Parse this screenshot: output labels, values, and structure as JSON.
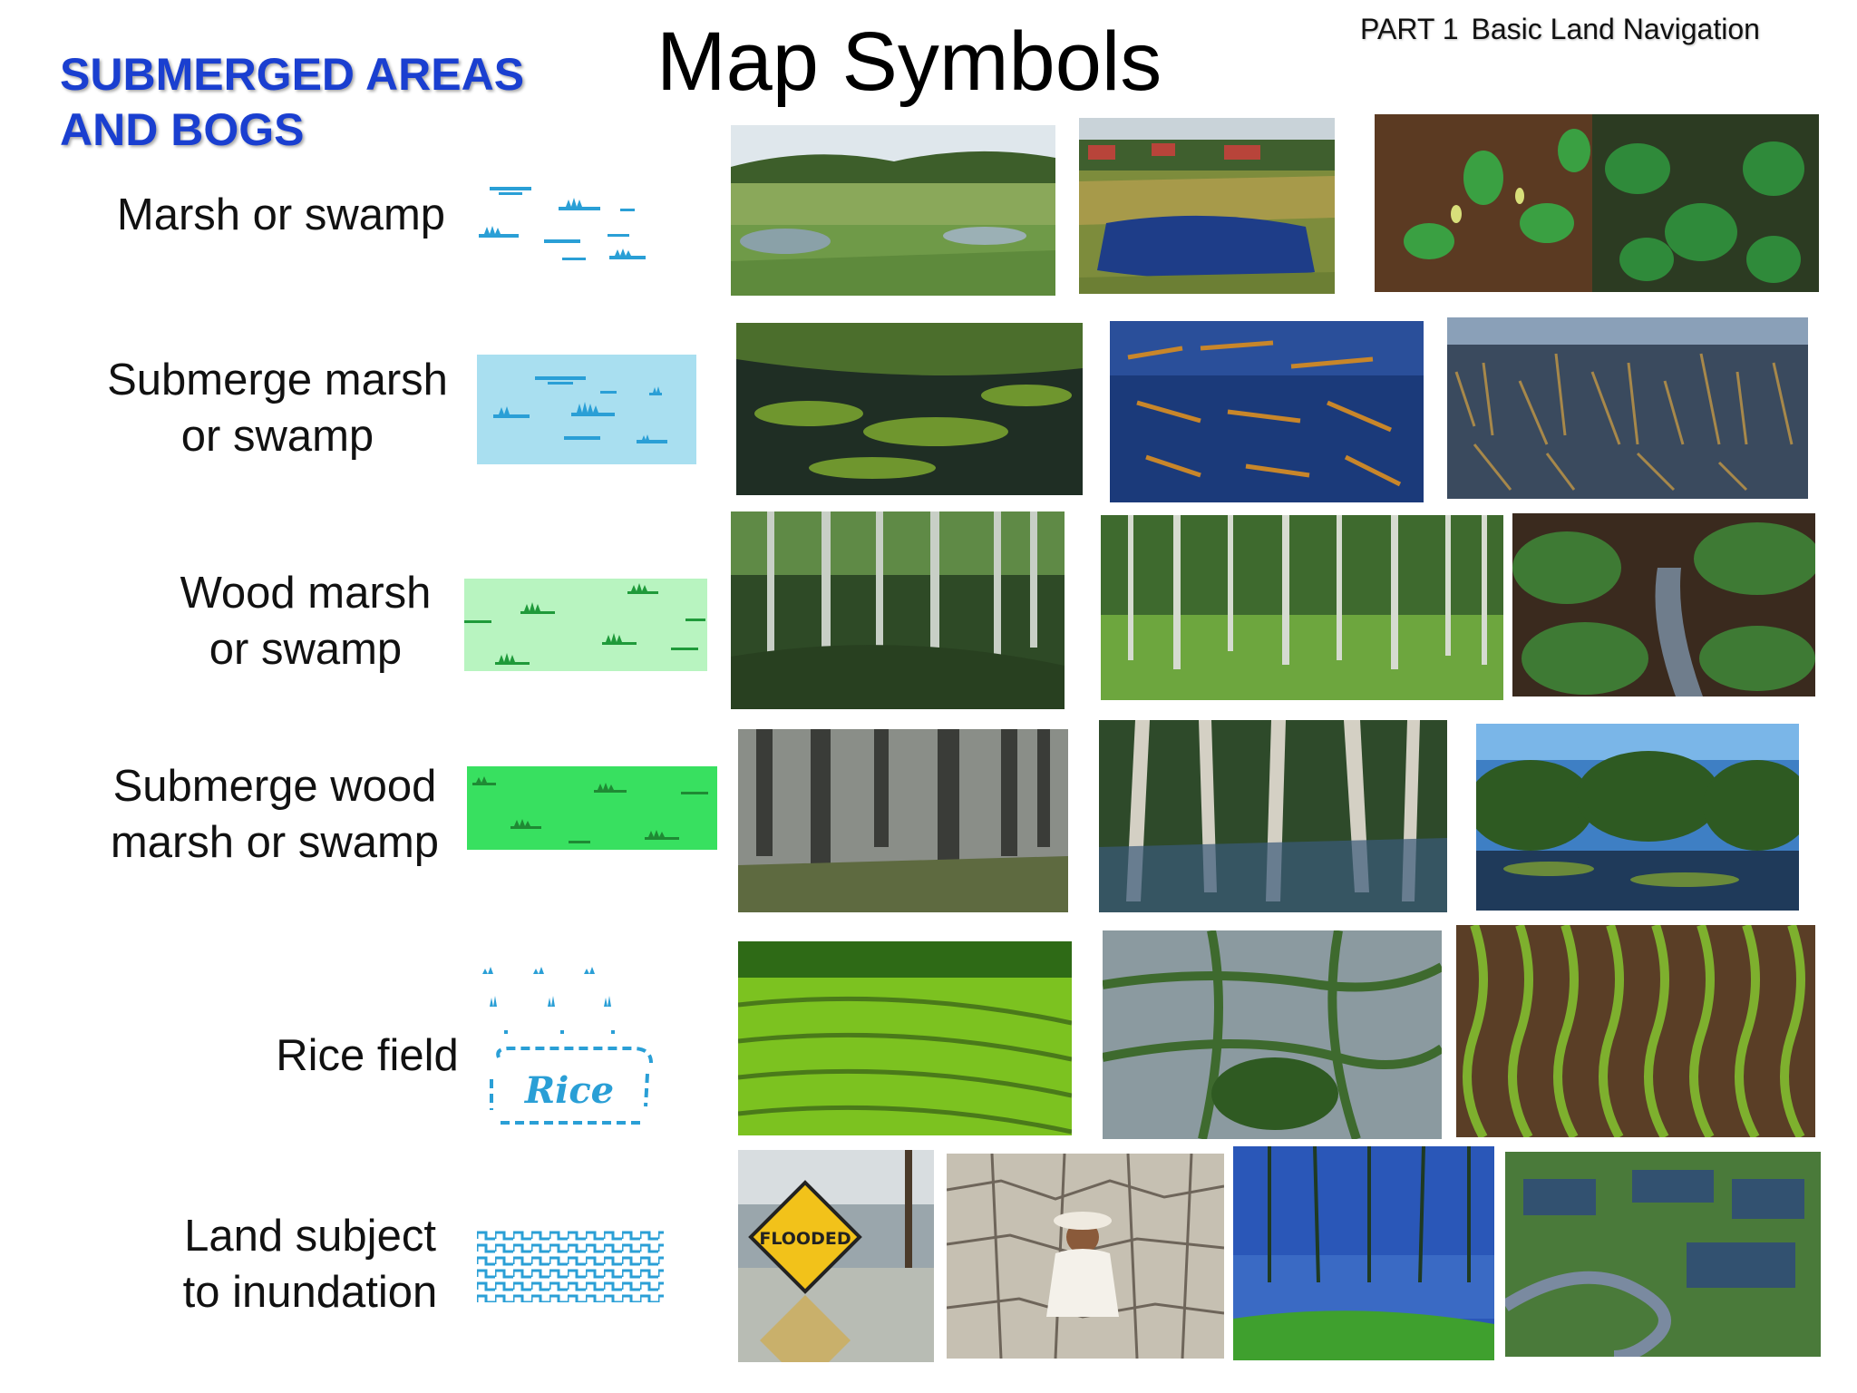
{
  "header": {
    "section_title_line1": "SUBMERGED AREAS",
    "section_title_line2": "AND BOGS",
    "page_title": "Map Symbols",
    "part_label": "PART 1",
    "course_title": "Basic Land Navigation"
  },
  "rows": [
    {
      "label_lines": [
        "Marsh or swamp"
      ],
      "symbol": "marsh-swamp-symbol"
    },
    {
      "label_lines": [
        "Submerge marsh",
        "or swamp"
      ],
      "symbol": "submerged-marsh-symbol"
    },
    {
      "label_lines": [
        "Wood marsh",
        "or swamp"
      ],
      "symbol": "wooded-marsh-symbol"
    },
    {
      "label_lines": [
        "Submerge wood",
        "marsh or swamp"
      ],
      "symbol": "submerged-wooded-marsh-symbol"
    },
    {
      "label_lines": [
        "Rice field"
      ],
      "symbol": "rice-field-symbol",
      "symbol_text": "Rice"
    },
    {
      "label_lines": [
        "Land subject",
        "to inundation"
      ],
      "symbol": "inundation-symbol"
    }
  ],
  "photos": {
    "flooded_sign_text": "FLOODED"
  },
  "colors": {
    "title_blue": "#1a3fd0",
    "symbol_blue": "#2a9fd6",
    "submerged_fill": "#a9dff0",
    "wood_fill": "#b8f4c0",
    "submerged_wood_fill": "#38e060",
    "marsh_green": "#1f9a3a"
  }
}
